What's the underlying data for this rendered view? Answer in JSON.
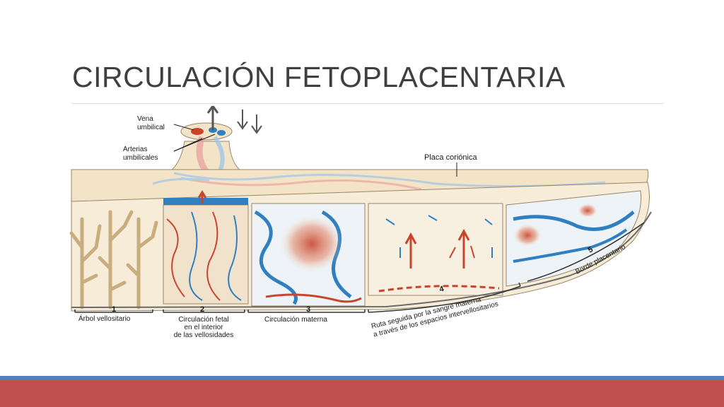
{
  "slide": {
    "title": "CIRCULACIÓN FETOPLACENTARIA"
  },
  "diagram": {
    "labels": {
      "vena_umbilical_1": "Vena",
      "vena_umbilical_2": "umbilical",
      "arterias_1": "Arterias",
      "arterias_2": "umbilicales",
      "placa_corionica": "Placa coriónica",
      "borde_placentario": "Borde placentario",
      "ruta_1": "Ruta seguida por la sangre materna",
      "ruta_2": "a través de los espacios intervellositarios"
    },
    "sections": [
      {
        "number": "1",
        "lines": [
          "Árbol vellositario"
        ]
      },
      {
        "number": "2",
        "lines": [
          "Circulación fetal",
          "en el interior",
          "de las vellosidades"
        ]
      },
      {
        "number": "3",
        "lines": [
          "Circulación materna"
        ]
      },
      {
        "number": "4",
        "lines": []
      },
      {
        "number": "5",
        "lines": []
      }
    ]
  },
  "colors": {
    "title": "#3f3f3f",
    "tissue": "#f3e4c8",
    "tissue_dark": "#d9c29b",
    "fetal_blue": "#2f7fc1",
    "maternal_red": "#c8452d",
    "footer_blue": "#4f81bd",
    "footer_red": "#c0504d"
  }
}
